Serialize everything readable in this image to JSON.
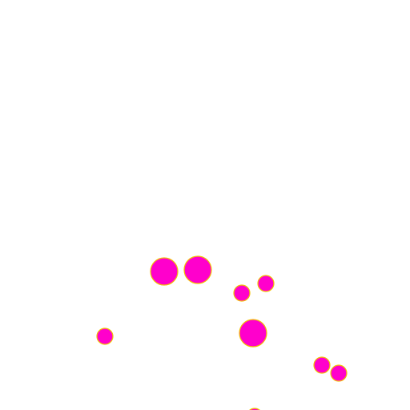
{
  "canvas": {
    "background": "#ffffff"
  },
  "dot_style": {
    "fill": "#ff00cc",
    "stroke": "#f2c200"
  },
  "dots": [
    {
      "name": "dot-large-left",
      "size": "large"
    },
    {
      "name": "dot-large-right",
      "size": "large"
    },
    {
      "name": "dot-small-center-left",
      "size": "small"
    },
    {
      "name": "dot-small-center-right",
      "size": "small"
    },
    {
      "name": "dot-small-left",
      "size": "small"
    },
    {
      "name": "dot-large-center",
      "size": "large"
    },
    {
      "name": "dot-small-lower-right-1",
      "size": "small"
    },
    {
      "name": "dot-small-lower-right-2",
      "size": "small"
    },
    {
      "name": "dot-partial-bottom",
      "size": "small"
    }
  ]
}
